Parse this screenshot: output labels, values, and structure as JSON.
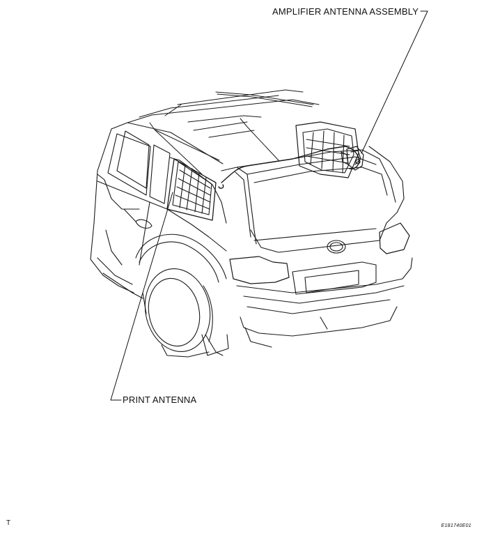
{
  "labels": {
    "amplifier": "AMPLIFIER ANTENNA ASSEMBLY",
    "print_antenna": "PRINT ANTENNA",
    "corner_mark": "T",
    "figure_id": "E181740E01"
  }
}
